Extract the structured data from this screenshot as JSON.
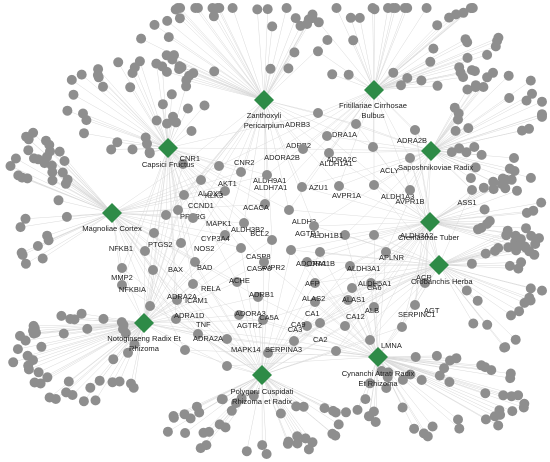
{
  "colors": {
    "herb": "#2e8b47",
    "node": "#8e8e8e",
    "edge": "#d9d9d9",
    "text": "#222222"
  },
  "herbs": [
    {
      "id": "zanthoxyli",
      "lines": [
        "Zanthoxyli",
        "Pericarpium"
      ]
    },
    {
      "id": "fritillariae",
      "lines": [
        "Fritillariae Cirrhosae",
        "Bulbus"
      ]
    },
    {
      "id": "capsici",
      "lines": [
        "Capsici Fructus"
      ]
    },
    {
      "id": "saposhnikoviae",
      "lines": [
        "Saposhnikoviae Radix"
      ]
    },
    {
      "id": "magnoliae",
      "lines": [
        "Magnoliae Cortex"
      ]
    },
    {
      "id": "cremastrae",
      "lines": [
        "Cremastrae Tuber"
      ]
    },
    {
      "id": "orobanchis",
      "lines": [
        "Orobanchis Herba"
      ]
    },
    {
      "id": "notoginseng",
      "lines": [
        "Notoginseng Radix Et",
        "Rhizoma"
      ]
    },
    {
      "id": "cynanchi",
      "lines": [
        "Cynanchi Atrati Radix",
        "Et Rhizoma"
      ]
    },
    {
      "id": "polygoni",
      "lines": [
        "Polygoni Cuspidati",
        "Rhizoma et Radix"
      ]
    }
  ],
  "genes": [
    "ADRB3",
    "ADRA1A",
    "ADRB2",
    "ADRA2B",
    "ADORA2B",
    "ALDH1A1",
    "ADRA2C",
    "ACLY",
    "CNR1",
    "CNR2",
    "ALDH9A1",
    "ALDH7A1",
    "AKT1",
    "KLK3",
    "ALOX5",
    "AZU1",
    "AVPR1A",
    "ALDH1A3",
    "AVPR1B",
    "ASS1",
    "CCND1",
    "ACACA",
    "ALDH2",
    "PPARG",
    "MAPK1",
    "ALDH3B2",
    "AGTR1",
    "PTGS2",
    "CYP3A4",
    "BCL2",
    "ALDH1B1",
    "ALDH3A2",
    "NOS2",
    "CASP8",
    "AVPR2",
    "ADRA1B",
    "APLNR",
    "NFKB1",
    "BAD",
    "CASP3",
    "ADORA1",
    "ALDH3A1",
    "MMP2",
    "BAX",
    "ACHE",
    "AFP",
    "ALDH5A1",
    "ACR",
    "NFKBIA",
    "RELA",
    "ADRB1",
    "ALAS2",
    "ICAM1",
    "ALAS1",
    "CA6",
    "ADRA2A",
    "CA1",
    "ALB",
    "AGT",
    "ADRA1D",
    "TNF",
    "ADORA3",
    "CA5A",
    "CA9",
    "CA12",
    "SERPINC1",
    "AGTR2",
    "CA3",
    "ADRA2A",
    "CA2",
    "LMNA",
    "SERPINA3",
    "MAPK14"
  ]
}
